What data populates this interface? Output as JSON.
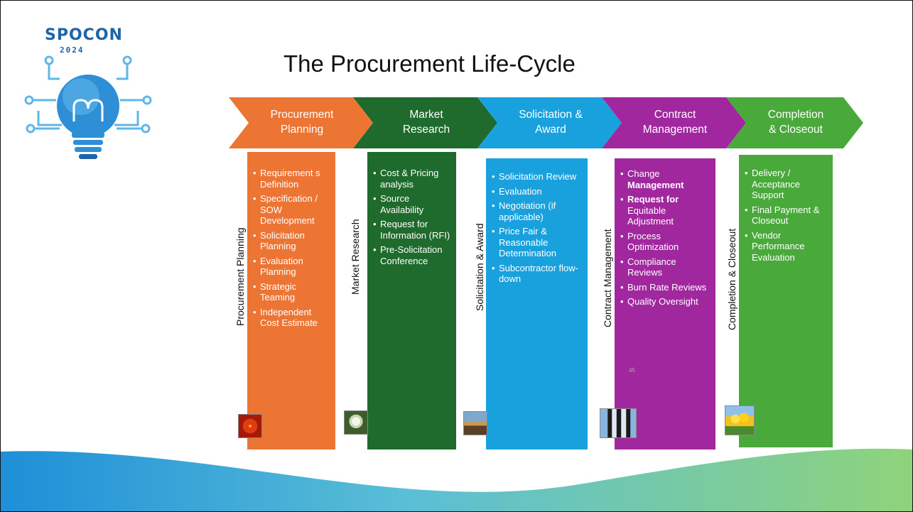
{
  "logo": {
    "name": "SPOCON",
    "year": "2024"
  },
  "title": "The Procurement Life-Cycle",
  "page_number": "45",
  "colors": {
    "orange": "#ed7534",
    "dark_green": "#1f6b2d",
    "blue": "#18a1dd",
    "purple": "#a0279e",
    "green": "#4aa93b"
  },
  "phases": [
    {
      "chevron_label": "Procurement\nPlanning",
      "side_label": "Procurement Planning",
      "thumbnail": "red-flower-thumbnail",
      "bullets": [
        {
          "text": "Requirement s Definition"
        },
        {
          "text": "Specification / SOW Development"
        },
        {
          "text": "Solicitation Planning"
        },
        {
          "text": "Evaluation Planning"
        },
        {
          "text": "Strategic Teaming"
        },
        {
          "text": "Independent Cost Estimate"
        }
      ]
    },
    {
      "chevron_label": "Market\nResearch",
      "side_label": "Market Research",
      "thumbnail": "white-flower-thumbnail",
      "bullets": [
        {
          "text": "Cost & Pricing analysis"
        },
        {
          "text": "Source Availability"
        },
        {
          "text": "Request for Information (RFI)"
        },
        {
          "text": "Pre-Solicitation Conference"
        }
      ]
    },
    {
      "chevron_label": "Solicitation &\nAward",
      "side_label": "Solicitation & Award",
      "thumbnail": "lighthouse-thumbnail",
      "bullets": [
        {
          "text": "Solicitation Review"
        },
        {
          "text": "Evaluation"
        },
        {
          "text": "Negotiation (if applicable)"
        },
        {
          "text": "Price Fair & Reasonable Determination"
        },
        {
          "text": "Subcontractor flow-down"
        }
      ]
    },
    {
      "chevron_label": "Contract\nManagement",
      "side_label": "Contract Management",
      "thumbnail": "penguins-thumbnail",
      "bullets": [
        {
          "pre": "Change ",
          "bold": "Management"
        },
        {
          "bold": "Request for",
          "post": " Equitable Adjustment"
        },
        {
          "text": "Process Optimization"
        },
        {
          "text": "Compliance Reviews"
        },
        {
          "text": "Burn Rate Reviews"
        },
        {
          "text": "Quality Oversight"
        }
      ]
    },
    {
      "chevron_label": "Completion\n& Closeout",
      "side_label": "Completion & Closeout",
      "thumbnail": "tulips-thumbnail",
      "bullets": [
        {
          "text": "Delivery / Acceptance Support"
        },
        {
          "text": "Final Payment & Closeout"
        },
        {
          "text": "Vendor Performance Evaluation"
        }
      ]
    }
  ]
}
